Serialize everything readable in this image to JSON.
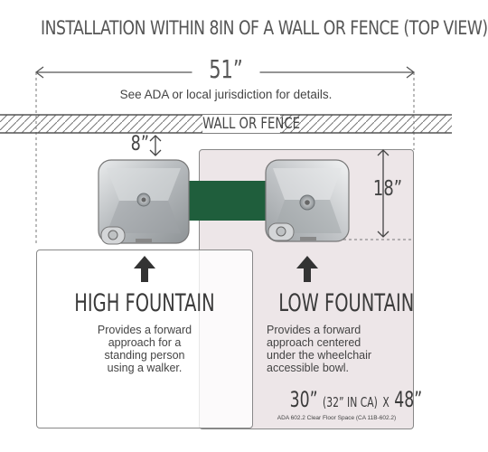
{
  "title": "INSTALLATION WITHIN 8IN OF A WALL OR FENCE (TOP VIEW)",
  "overall_width": "51”",
  "ada_note": "See ADA or local jurisdiction for details.",
  "wall_label": "WALL OR FENCE",
  "wall_offset": "8”",
  "depth": "18”",
  "high_fountain": {
    "title": "HIGH FOUNTAIN",
    "description_lines": [
      "Provides a forward",
      "approach for a",
      "standing person",
      "using a walker."
    ]
  },
  "low_fountain": {
    "title": "LOW FOUNTAIN",
    "description_lines": [
      "Provides a forward",
      "approach centered",
      "under the wheelchair",
      "accessible bowl."
    ]
  },
  "clear_floor": {
    "width": "30”",
    "ca_width": "(32” IN CA)",
    "separator": "X",
    "depth": "48”",
    "note": "ADA 602.2 Clear Floor Space (CA 11B-602.2)"
  },
  "colors": {
    "connector_green": "#1f5e3c",
    "low_zone_fill": "#ede6e8",
    "text_gray": "#444444"
  }
}
